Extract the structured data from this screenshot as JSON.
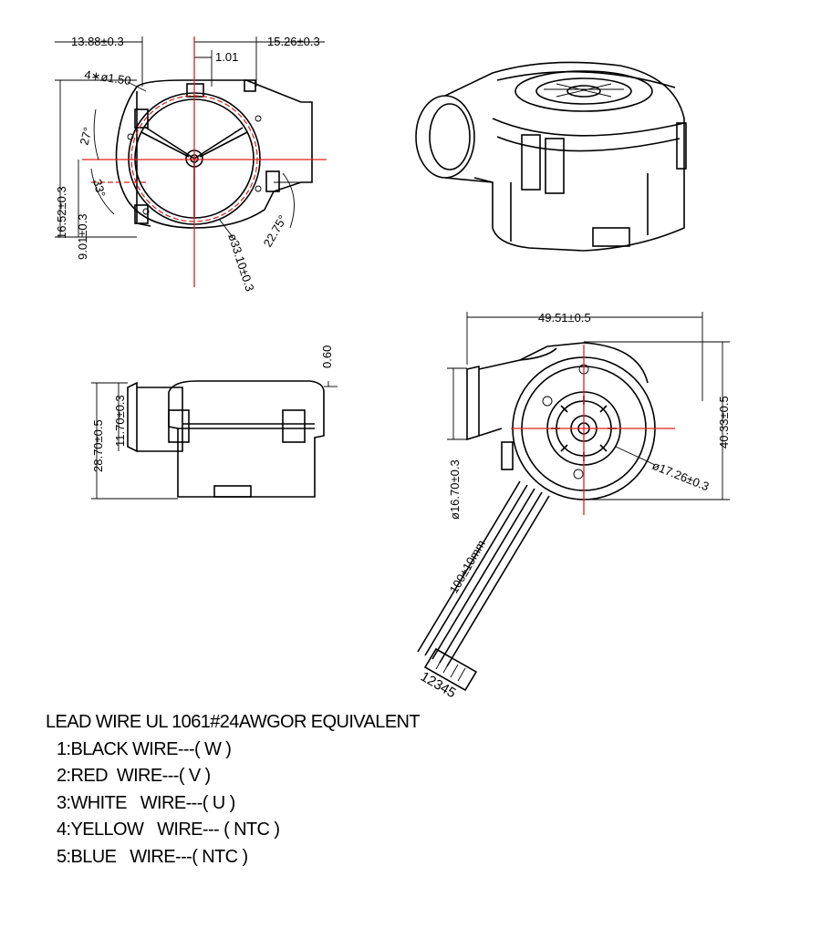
{
  "dimensions": {
    "front": {
      "w_left": "13.88±0.3",
      "w_right": "15.26±0.3",
      "offset": "1.01",
      "holes": "4∗ø1.50",
      "angle_a": "27°",
      "angle_b": "33°",
      "angle_c": "22.75°",
      "h_a": "16.52±0.3",
      "h_b": "9.01±0.3",
      "dia": "ø33.10±0.3"
    },
    "side": {
      "thick": "0.60",
      "height": "28.70±0.5",
      "inner": "11.70±0.3"
    },
    "top": {
      "width": "49.51±0.5",
      "height": "40.33±0.5",
      "hub_dia": "ø17.26±0.3",
      "outlet_dia": "ø16.70±0.3",
      "lead_len": "100±10mm",
      "connector": "12345"
    }
  },
  "notes": {
    "title": "LEAD WIRE UL 1061#24AWGOR EQUIVALENT",
    "wires": [
      "1:BLACK WIRE---( W )",
      "2:RED  WIRE---( V )",
      "3:WHITE   WIRE---( U )",
      "4:YELLOW   WIRE--- ( NTC )",
      "5:BLUE   WIRE---( NTC )"
    ]
  }
}
